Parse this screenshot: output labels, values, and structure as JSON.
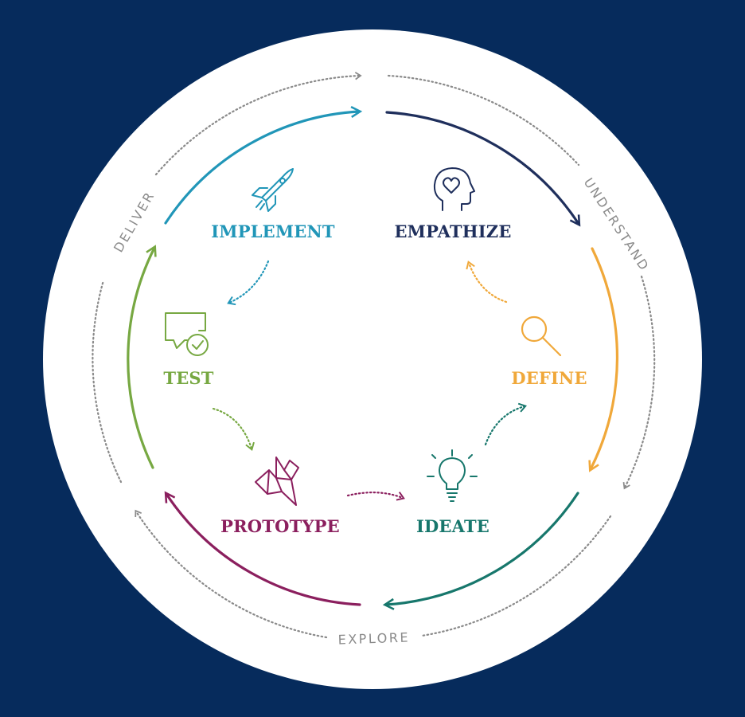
{
  "background_color": "#062b5c",
  "circle_color": "#ffffff",
  "phases": {
    "understand": "UNDERSTAND",
    "explore": "EXPLORE",
    "deliver": "DELIVER"
  },
  "stages": [
    {
      "id": "empathize",
      "label": "EMPATHIZE",
      "icon": "head-heart-icon",
      "color": "#1f2f5c"
    },
    {
      "id": "define",
      "label": "DEFINE",
      "icon": "magnifying-glass-icon",
      "color": "#f0a83a"
    },
    {
      "id": "ideate",
      "label": "IDEATE",
      "icon": "light-bulb-icon",
      "color": "#17776c"
    },
    {
      "id": "prototype",
      "label": "PROTOTYPE",
      "icon": "origami-bird-icon",
      "color": "#8b1f5e"
    },
    {
      "id": "test",
      "label": "TEST",
      "icon": "chat-check-icon",
      "color": "#77a842"
    },
    {
      "id": "implement",
      "label": "IMPLEMENT",
      "icon": "rocket-icon",
      "color": "#2196b8"
    }
  ],
  "dotted_color": "#8a8a8a"
}
